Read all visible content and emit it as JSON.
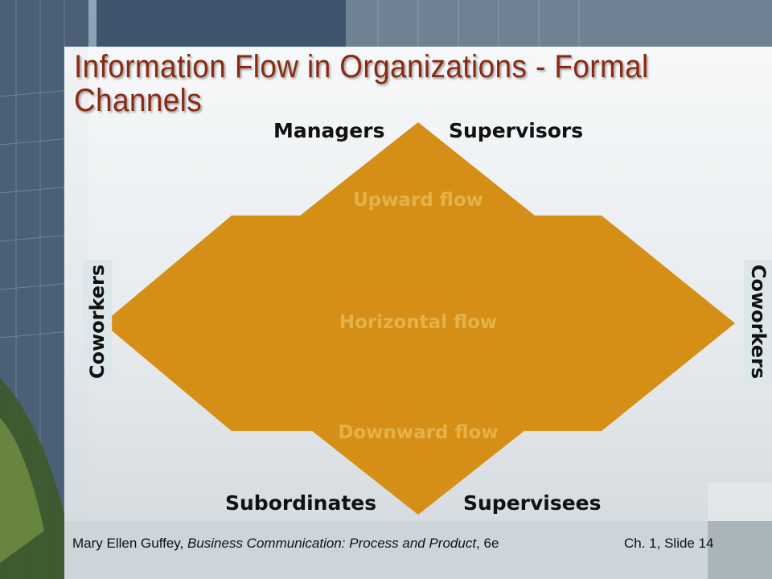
{
  "slide": {
    "title": "Information Flow in Organizations - Formal Channels"
  },
  "diagram": {
    "top_left": "Managers",
    "top_right": "Supervisors",
    "bottom_left": "Subordinates",
    "bottom_right": "Supervisees",
    "left_side": "Coworkers",
    "right_side": "Coworkers",
    "upward": "Upward flow",
    "horizontal": "Horizontal flow",
    "downward": "Downward flow",
    "arrow_color": "#d68f16"
  },
  "footer": {
    "author": "Mary Ellen Guffey, ",
    "book": "Business Communication: Process and Product",
    "edition": ", 6e",
    "slide_ref": "Ch. 1, Slide 14"
  }
}
